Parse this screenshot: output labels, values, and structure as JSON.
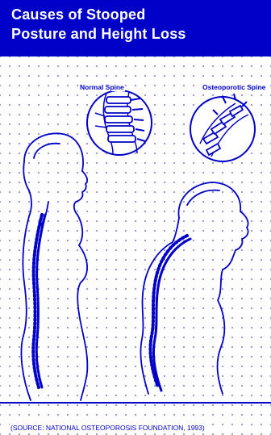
{
  "header": {
    "title_line1": "Causes of Stooped",
    "title_line2": "Posture and Height Loss"
  },
  "diagram": {
    "normal_label": "Normal Spine",
    "osteo_label": "Osteoporotic Spine"
  },
  "footer": {
    "source": "(SOURCE: NATIONAL OSTEOPOROSIS FOUNDATION, 1993)"
  },
  "colors": {
    "header_bg": "#0000c8",
    "ink": "#0000c8",
    "dot_grid": "#8a8fd0"
  }
}
